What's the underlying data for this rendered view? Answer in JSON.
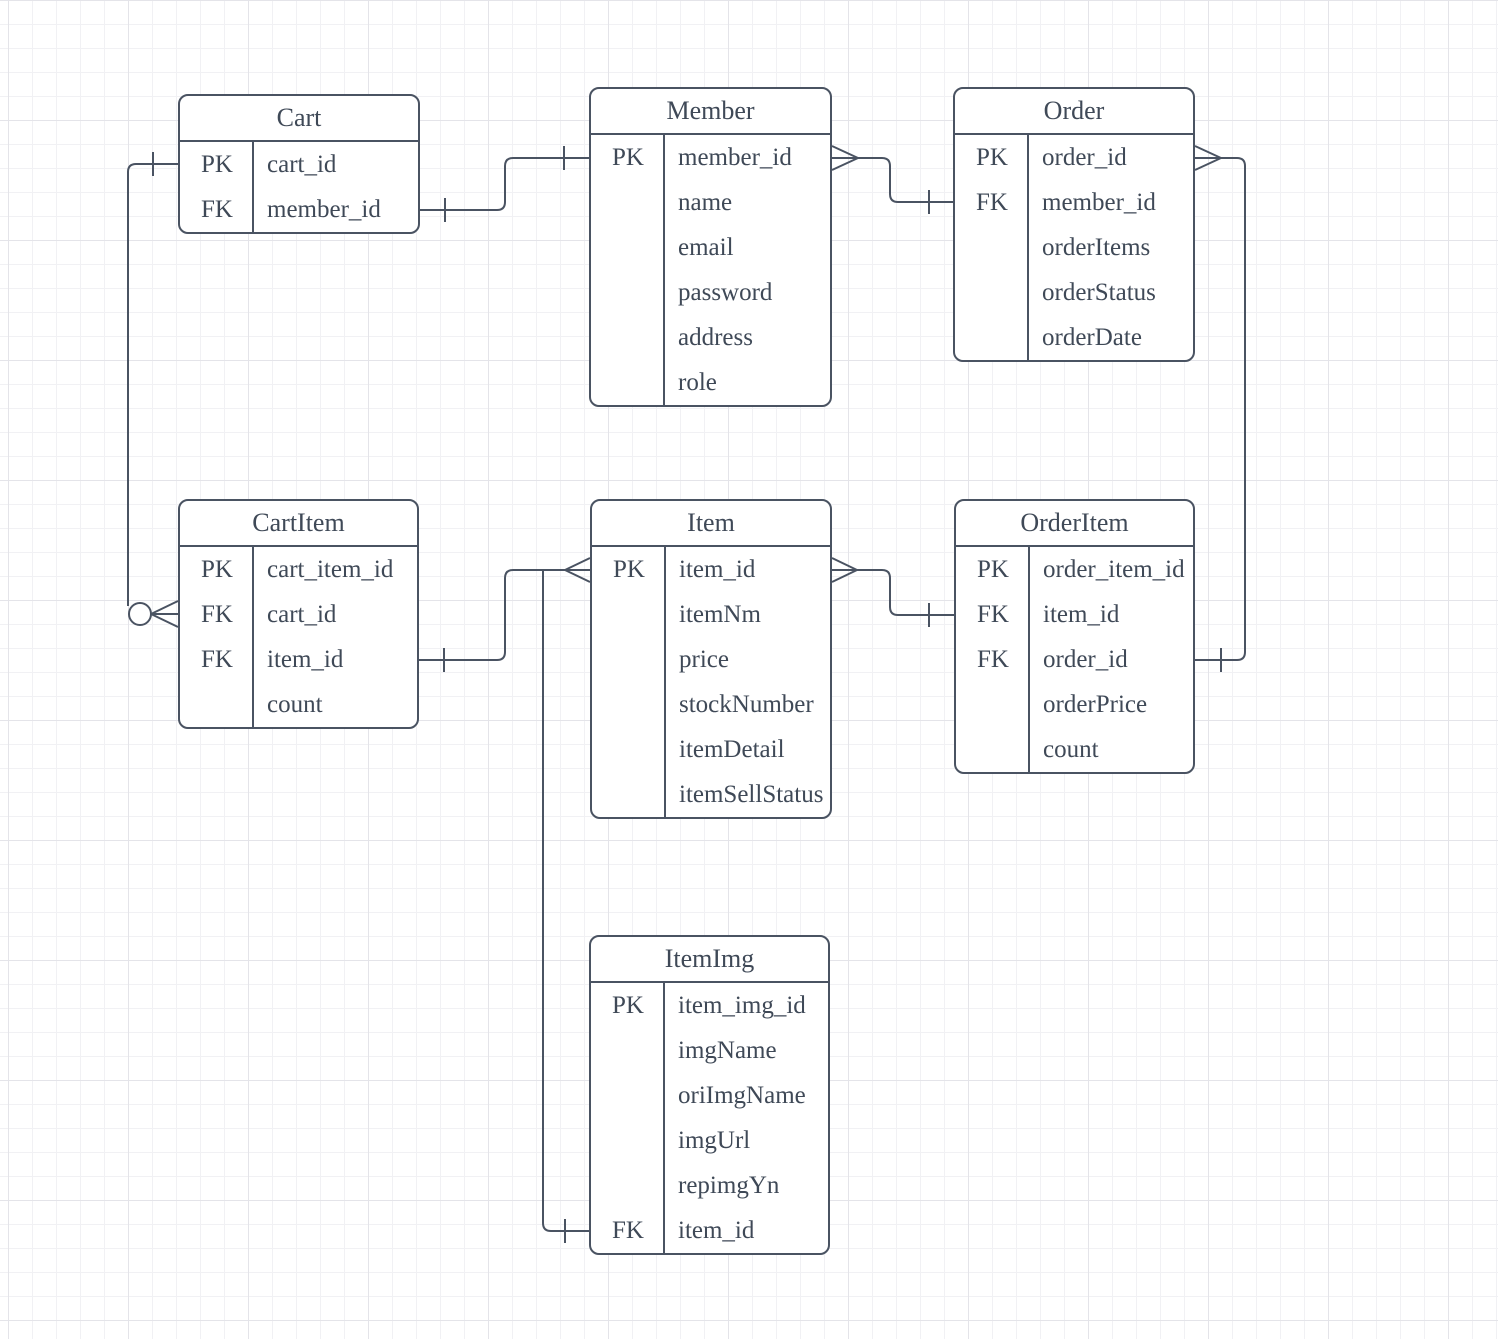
{
  "diagram": {
    "type": "entity-relationship-diagram",
    "colors": {
      "stroke": "#4a5362",
      "text": "#3f4957",
      "entity_fill": "#ffffff",
      "canvas_background": "#ffffff",
      "grid_minor": "#f1f1f4",
      "grid_major": "#e4e4e9"
    },
    "entities": {
      "cart": {
        "title": "Cart",
        "rows": [
          {
            "key": "PK",
            "name": "cart_id"
          },
          {
            "key": "FK",
            "name": "member_id"
          }
        ]
      },
      "member": {
        "title": "Member",
        "rows": [
          {
            "key": "PK",
            "name": "member_id"
          },
          {
            "key": "",
            "name": "name"
          },
          {
            "key": "",
            "name": "email"
          },
          {
            "key": "",
            "name": "password"
          },
          {
            "key": "",
            "name": "address"
          },
          {
            "key": "",
            "name": "role"
          }
        ]
      },
      "order": {
        "title": "Order",
        "rows": [
          {
            "key": "PK",
            "name": "order_id"
          },
          {
            "key": "FK",
            "name": "member_id"
          },
          {
            "key": "",
            "name": "orderItems"
          },
          {
            "key": "",
            "name": "orderStatus"
          },
          {
            "key": "",
            "name": "orderDate"
          }
        ]
      },
      "cartItem": {
        "title": "CartItem",
        "rows": [
          {
            "key": "PK",
            "name": "cart_item_id"
          },
          {
            "key": "FK",
            "name": "cart_id"
          },
          {
            "key": "FK",
            "name": "item_id"
          },
          {
            "key": "",
            "name": "count"
          }
        ]
      },
      "item": {
        "title": "Item",
        "rows": [
          {
            "key": "PK",
            "name": "item_id"
          },
          {
            "key": "",
            "name": "itemNm"
          },
          {
            "key": "",
            "name": "price"
          },
          {
            "key": "",
            "name": "stockNumber"
          },
          {
            "key": "",
            "name": "itemDetail"
          },
          {
            "key": "",
            "name": "itemSellStatus"
          }
        ]
      },
      "orderItem": {
        "title": "OrderItem",
        "rows": [
          {
            "key": "PK",
            "name": "order_item_id"
          },
          {
            "key": "FK",
            "name": "item_id"
          },
          {
            "key": "FK",
            "name": "order_id"
          },
          {
            "key": "",
            "name": "orderPrice"
          },
          {
            "key": "",
            "name": "count"
          }
        ]
      },
      "itemImg": {
        "title": "ItemImg",
        "rows": [
          {
            "key": "PK",
            "name": "item_img_id"
          },
          {
            "key": "",
            "name": "imgName"
          },
          {
            "key": "",
            "name": "oriImgName"
          },
          {
            "key": "",
            "name": "imgUrl"
          },
          {
            "key": "",
            "name": "repimgYn"
          },
          {
            "key": "FK",
            "name": "item_id"
          }
        ]
      }
    },
    "relationships": [
      {
        "from": "Cart.cart_id",
        "to": "CartItem.cart_id",
        "from_end": "one",
        "to_end": "zero-or-many"
      },
      {
        "from": "Cart.member_id",
        "to": "Member.member_id",
        "from_end": "one",
        "to_end": "one"
      },
      {
        "from": "Member.member_id",
        "to": "Order.member_id",
        "from_end": "many",
        "to_end": "one"
      },
      {
        "from": "Order.order_id",
        "to": "OrderItem.order_id",
        "from_end": "many",
        "to_end": "one"
      },
      {
        "from": "Item.item_id",
        "to": "CartItem.item_id",
        "from_end": "many",
        "to_end": "one"
      },
      {
        "from": "Item.item_id",
        "to": "OrderItem.item_id",
        "from_end": "many",
        "to_end": "one"
      },
      {
        "from": "Item.item_id",
        "to": "ItemImg.item_id",
        "from_end": "many",
        "to_end": "one"
      }
    ]
  }
}
